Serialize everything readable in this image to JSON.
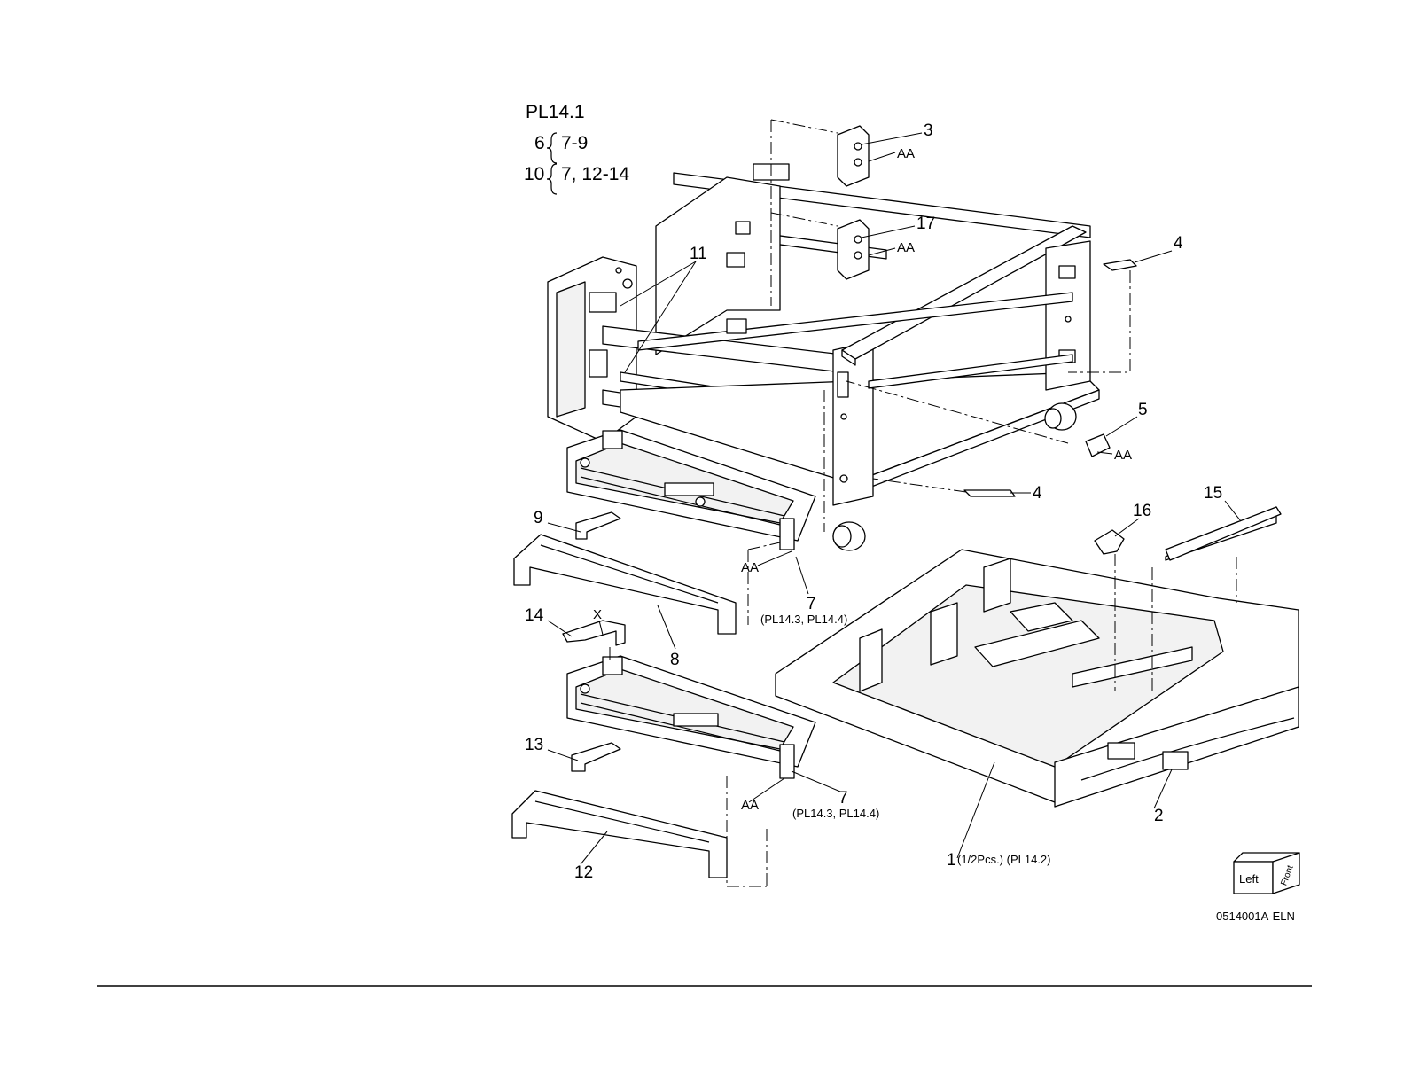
{
  "header": {
    "plate": "PL14.1",
    "kit_lines": [
      {
        "parent": "6",
        "children": "7-9"
      },
      {
        "parent": "10",
        "children": "7, 12-14"
      }
    ]
  },
  "callouts": {
    "c1": "1",
    "c1_note": "(1/2Pcs.) (PL14.2)",
    "c2": "2",
    "c3": "3",
    "c4a": "4",
    "c4b": "4",
    "c5": "5",
    "c7a": "7",
    "c7a_ref": "(PL14.3, PL14.4)",
    "c7b": "7",
    "c7b_ref": "(PL14.3, PL14.4)",
    "c8": "8",
    "c9": "9",
    "c11": "11",
    "c12": "12",
    "c13": "13",
    "c14": "14",
    "c15": "15",
    "c16": "16",
    "c17": "17",
    "x_mark": "X"
  },
  "connectors": {
    "aa": "AA"
  },
  "orientation": {
    "left": "Left",
    "front": "Front"
  },
  "figure_id": "0514001A-ELN"
}
